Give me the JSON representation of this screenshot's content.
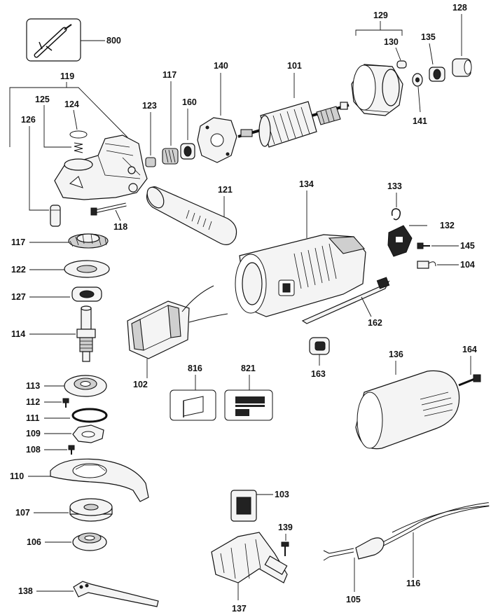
{
  "labels": {
    "p800": "800",
    "p119": "119",
    "p125": "125",
    "p124": "124",
    "p126": "126",
    "p123": "123",
    "p117a": "117",
    "p160": "160",
    "p140": "140",
    "p101": "101",
    "p129": "129",
    "p130": "130",
    "p135": "135",
    "p128": "128",
    "p141": "141",
    "p121": "121",
    "p134": "134",
    "p133": "133",
    "p132": "132",
    "p145": "145",
    "p104": "104",
    "p118": "118",
    "p117b": "117",
    "p122": "122",
    "p127": "127",
    "p114": "114",
    "p102": "102",
    "p162": "162",
    "p163": "163",
    "p136": "136",
    "p164": "164",
    "p113": "113",
    "p112": "112",
    "p111": "111",
    "p109": "109",
    "p108": "108",
    "p110": "110",
    "p107": "107",
    "p106": "106",
    "p138": "138",
    "p816": "816",
    "p821": "821",
    "p103": "103",
    "p139": "139",
    "p137": "137",
    "p105": "105",
    "p116": "116"
  },
  "icons": [
    "grease-tube-icon",
    "warning-triangle-icon",
    "label-sticker-icon"
  ]
}
